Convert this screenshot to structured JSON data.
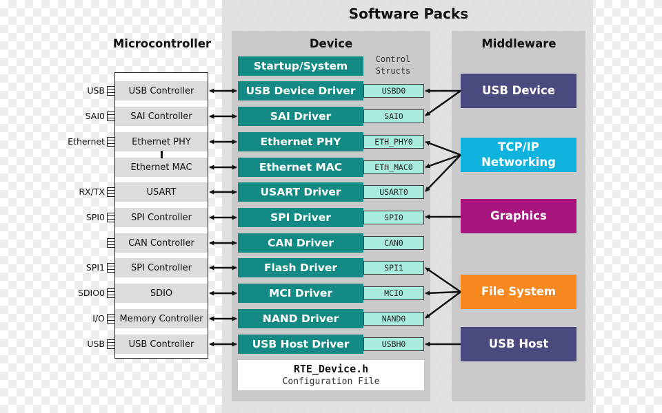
{
  "headings": {
    "software_packs": "Software Packs",
    "microcontroller": "Microcontroller",
    "device": "Device",
    "middleware": "Middleware"
  },
  "microcontroller": {
    "pins": [
      "USB",
      "SAI0",
      "Ethernet",
      "",
      "RX/TX",
      "SPI0",
      "",
      "SPI1",
      "SDIO0",
      "I/O",
      "USB"
    ],
    "rows": [
      "USB  Controller",
      "SAI Controller",
      "Ethernet  PHY",
      "Ethernet  MAC",
      "USART",
      "SPI Controller",
      "CAN Controller",
      "SPI Controller",
      "SDIO",
      "Memory Controller",
      "USB  Controller"
    ]
  },
  "device": {
    "startup": "Startup/System",
    "control_structs_line1": "Control",
    "control_structs_line2": "Structs",
    "drivers": [
      {
        "label": "USB Device Driver",
        "struct": "USBD0"
      },
      {
        "label": "SAI Driver",
        "struct": "SAI0"
      },
      {
        "label": "Ethernet PHY",
        "struct": "ETH_PHY0"
      },
      {
        "label": "Ethernet MAC",
        "struct": "ETH_MAC0"
      },
      {
        "label": "USART Driver",
        "struct": "USART0"
      },
      {
        "label": "SPI Driver",
        "struct": "SPI0"
      },
      {
        "label": "CAN Driver",
        "struct": "CAN0"
      },
      {
        "label": "Flash Driver",
        "struct": "SPI1"
      },
      {
        "label": "MCI Driver",
        "struct": "MCI0"
      },
      {
        "label": "NAND Driver",
        "struct": "NAND0"
      },
      {
        "label": "USB Host Driver",
        "struct": "USBH0"
      }
    ],
    "config_file_name": "RTE_Device.h",
    "config_file_desc": "Configuration File"
  },
  "middleware": {
    "usb_device": "USB Device",
    "tcpip_line1": "TCP/IP",
    "tcpip_line2": "Networking",
    "graphics": "Graphics",
    "file_system": "File System",
    "usb_host": "USB Host"
  },
  "colors": {
    "driver_teal": "#148a85",
    "struct_mint": "#a8ecde",
    "usb_device_box": "#4b4a7e",
    "tcpip_box": "#10b3de",
    "graphics_box": "#a8157f",
    "file_system_box": "#f7881f",
    "usb_host_box": "#4b4a7e"
  }
}
